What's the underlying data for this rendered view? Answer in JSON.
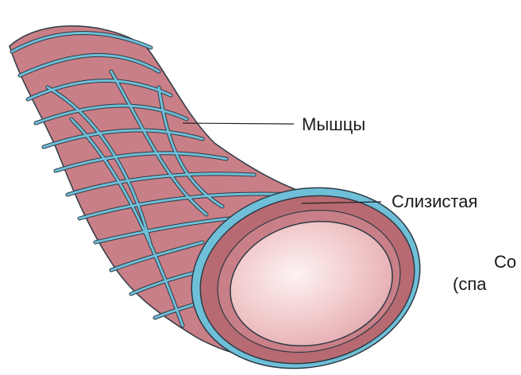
{
  "labels": {
    "muscles": "Мышцы",
    "mucosa": "Слизистая",
    "lumen_line1": "Со",
    "lumen_line2": "(спа"
  },
  "colors": {
    "tube_outer": "#c97f87",
    "tube_dark": "#b86a72",
    "lumen": "#f4d5d6",
    "lumen_glint": "#fbeeee",
    "muscle_band": "#6fbfd8",
    "outline": "#2e3a44"
  }
}
